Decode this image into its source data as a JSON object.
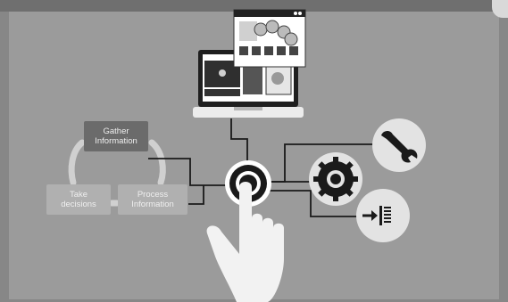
{
  "cycle": {
    "gather": [
      "Gather",
      "Information"
    ],
    "take": [
      "Take",
      "decisions"
    ],
    "process": [
      "Process",
      "Information"
    ]
  },
  "icons": [
    "laptop-icon",
    "browser-window-icon",
    "dollar-coin-icon",
    "target-button-icon",
    "hand-pointer-icon",
    "wrench-icon",
    "gear-icon",
    "arrow-to-bar-icon"
  ],
  "colors": {
    "background": "#9b9b9b",
    "dark_box": "#6b6b6b",
    "light_box": "#b0b0b0",
    "circle_fill": "#e6e6e6"
  }
}
